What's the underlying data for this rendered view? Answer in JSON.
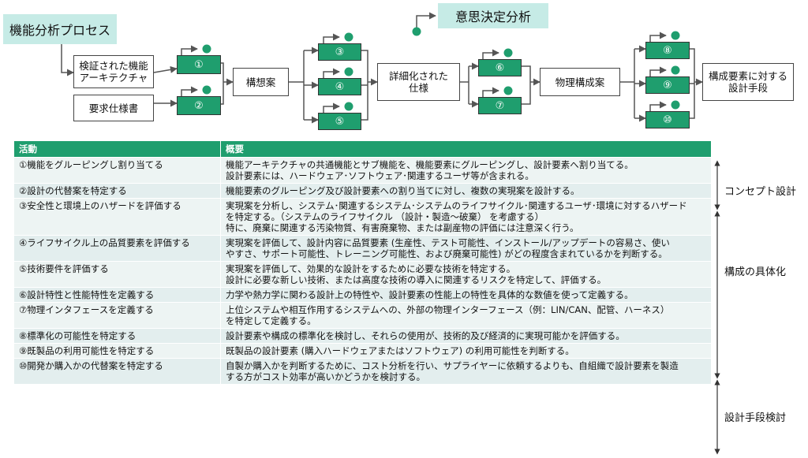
{
  "callouts": {
    "functional_process": "機能分析プロセス",
    "decision_analysis": "意思決定分析"
  },
  "flow": {
    "input_architecture": "検証された機能\nアーキテクチャ",
    "input_requirements": "要求仕様書",
    "concept_plan": "構想案",
    "detailed_spec": "詳細化された\n仕様",
    "physical_plan": "物理構成案",
    "output": "構成要素に対する\n設計手段",
    "steps": [
      "①",
      "②",
      "③",
      "④",
      "⑤",
      "⑥",
      "⑦",
      "⑧",
      "⑨",
      "⑩"
    ]
  },
  "table": {
    "headers": [
      "活動",
      "概要"
    ],
    "rows": [
      {
        "activity": "①機能をグルーピングし割り当てる",
        "summary": "機能アーキテクチャの共通機能とサブ機能を、機能要素にグルーピングし、設計要素へ割り当てる。\n設計要素には、ハードウェア･ソフトウェア･関連するユーザ等が含まれる。"
      },
      {
        "activity": "②設計の代替案を特定する",
        "summary": "機能要素のグルーピング及び設計要素への割り当てに対し、複数の実現案を設計する。"
      },
      {
        "activity": "③安全性と環境上のハザードを評価する",
        "summary": "実現案を分析し、システム･関連するシステム･システムのライフサイクル･関連するユーザ･環境に対するハザード\nを特定する。（システムのライフサイクル （設計・製造～破棄） を考慮する）\n特に、廃棄に関連する汚染物質、有害廃棄物、または副産物の評価には注意深く行う。"
      },
      {
        "activity": "④ライフサイクル上の品質要素を評価する",
        "summary": "実現案を評価して、設計内容に品質要素 (生産性、テスト可能性、インストール/アップデートの容易さ、使い\nやすさ、サポート可能性、トレーニング可能性、および廃棄可能性) がどの程度含まれているかを判断する。"
      },
      {
        "activity": "⑤技術要件を評価する",
        "summary": "実現案を評価して、効果的な設計をするために必要な技術を特定する。\n設計に必要な新しい技術、または高度な技術の導入に関連するリスクを特定して、評価する。"
      },
      {
        "activity": "⑥設計特性と性能特性を定義する",
        "summary": "力学や熱力学に関わる設計上の特性や、設計要素の性能上の特性を具体的な数値を使って定義する。"
      },
      {
        "activity": "⑦物理インタフェースを定義する",
        "summary": "上位システムや相互作用するシステムへの、外部の物理インターフェース（例：LIN/CAN、配管、ハーネス）\nを特定して定義する。"
      },
      {
        "activity": "⑧標準化の可能性を特定する",
        "summary": "設計要素や構成の標準化を検討し、それらの使用が、技術的及び経済的に実現可能かを評価する。"
      },
      {
        "activity": "⑨既製品の利用可能性を特定する",
        "summary": "既製品の設計要素 (購入ハードウェアまたはソフトウェア) の利用可能性を判断する。"
      },
      {
        "activity": "⑩開発か購入かの代替案を特定する",
        "summary": "自製か購入かを判断するために、コスト分析を行い、サプライヤーに依頼するよりも、自組織で設計要素を製造\nする方がコスト効率が高いかどうかを検討する。"
      }
    ]
  },
  "phases": [
    "コンセプト設計",
    "構成の具体化",
    "設計手段検討"
  ],
  "colors": {
    "accent": "#1f9e6e",
    "callout": "#c6ebe6",
    "row": "#e3eeee"
  }
}
